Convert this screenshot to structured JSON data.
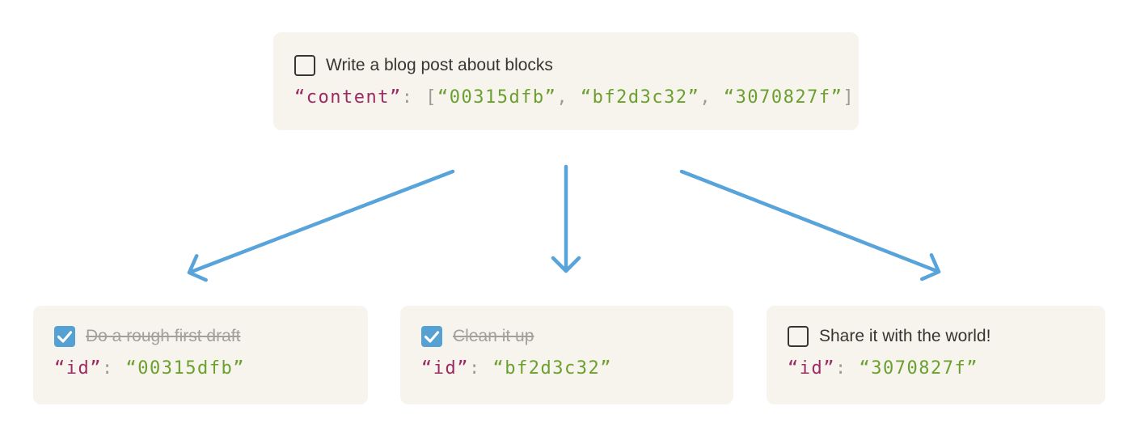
{
  "colors": {
    "box_bg": "#f7f3ed",
    "text_dark": "#37352f",
    "text_done": "#a2a09a",
    "checkbox_blue": "#56a1d3",
    "arrow_blue": "#58a4da",
    "code_key": "#9c2b63",
    "code_value": "#6ba02f",
    "code_punct": "#9e9b95"
  },
  "parent_block": {
    "todo_label": "Write a blog post about blocks",
    "checked": false,
    "code": {
      "key": "“content”",
      "colon": ": ",
      "bracket_open": "[",
      "value_1": "“00315dfb”",
      "comma_1": ", ",
      "value_2": "“bf2d3c32”",
      "comma_2": ", ",
      "value_3": "“3070827f”",
      "bracket_close": "]"
    }
  },
  "child_blocks": [
    {
      "todo_label": "Do a rough first draft",
      "checked": true,
      "code": {
        "key": "“id”",
        "colon": ": ",
        "value": "“00315dfb”"
      }
    },
    {
      "todo_label": "Clean it up",
      "checked": true,
      "code": {
        "key": "“id”",
        "colon": ": ",
        "value": "“bf2d3c32”"
      }
    },
    {
      "todo_label": "Share it with the world!",
      "checked": false,
      "code": {
        "key": "“id”",
        "colon": ": ",
        "value": "“3070827f”"
      }
    }
  ]
}
